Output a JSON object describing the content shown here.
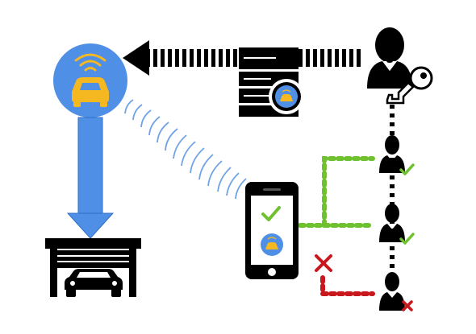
{
  "diagram": {
    "colors": {
      "background": "#ffffff",
      "ink": "#000000",
      "car_disc": "#4f8fe6",
      "car_body": "#f5b820",
      "flow_arrow": "#4f8fe6",
      "signal": "#6fa3e6",
      "grant_path": "#6fc12f",
      "deny_path": "#c8171d",
      "check": "#6fc12f",
      "cross": "#c8171d"
    },
    "nodes": [
      {
        "name": "connected-car",
        "icon": "car-wifi-icon"
      },
      {
        "name": "garage",
        "icon": "garage-icon"
      },
      {
        "name": "cloud-server",
        "icon": "server-icon"
      },
      {
        "name": "owner",
        "icon": "user-key-icon"
      },
      {
        "name": "smartphone",
        "icon": "phone-icon"
      },
      {
        "name": "shared-user-1",
        "icon": "user-check-icon",
        "access": "granted"
      },
      {
        "name": "shared-user-2",
        "icon": "user-check-icon",
        "access": "granted"
      },
      {
        "name": "shared-user-3",
        "icon": "user-cross-icon",
        "access": "denied"
      }
    ]
  }
}
